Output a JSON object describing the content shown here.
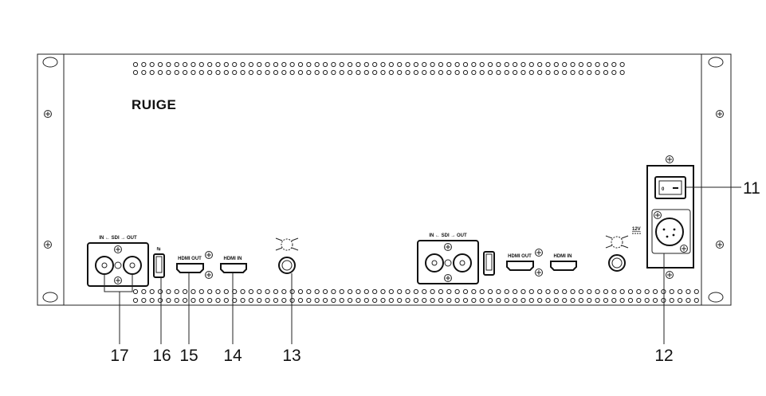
{
  "brand": {
    "logo": "RUIGE"
  },
  "ports": {
    "sdi_label": "IN ← SDI → OUT",
    "hdmi_out_label": "HDMI OUT",
    "hdmi_in_label": "HDMI IN",
    "power_label": "12V",
    "switch_mark": "0"
  },
  "callouts": {
    "c11": "11",
    "c12": "12",
    "c13": "13",
    "c14": "14",
    "c15": "15",
    "c16": "16",
    "c17": "17"
  }
}
